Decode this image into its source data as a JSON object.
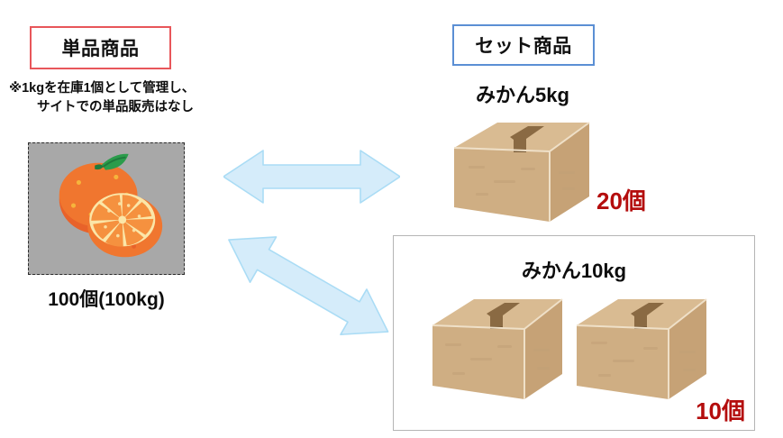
{
  "diagram": {
    "title_single": "単品商品",
    "title_set": "セット商品",
    "note": {
      "line1": "※1kgを在庫1個として管理し、",
      "line2": "サイトでの単品販売はなし"
    },
    "single_item": {
      "image_alt": "mikan-oranges",
      "count_label": "100個(100kg)"
    },
    "set_items": [
      {
        "name": "みかん5kg",
        "count_label": "20個",
        "boxes": 1
      },
      {
        "name": "みかん10kg",
        "count_label": "10個",
        "boxes": 2
      }
    ],
    "arrows": [
      {
        "name": "arrow-horizontal-double",
        "direction": "both"
      },
      {
        "name": "arrow-diagonal-double",
        "direction": "both"
      }
    ],
    "colors": {
      "single_border": "#e8565a",
      "set_border": "#5b8fd4",
      "count_red": "#b40d0d",
      "arrow_fill": "#d5ecfa",
      "arrow_stroke": "#aadcf5",
      "image_bg": "#a8a8a8",
      "panel_border": "#b5b5b5",
      "carton": "#cfae83",
      "carton_tape": "#8a6a43"
    }
  }
}
